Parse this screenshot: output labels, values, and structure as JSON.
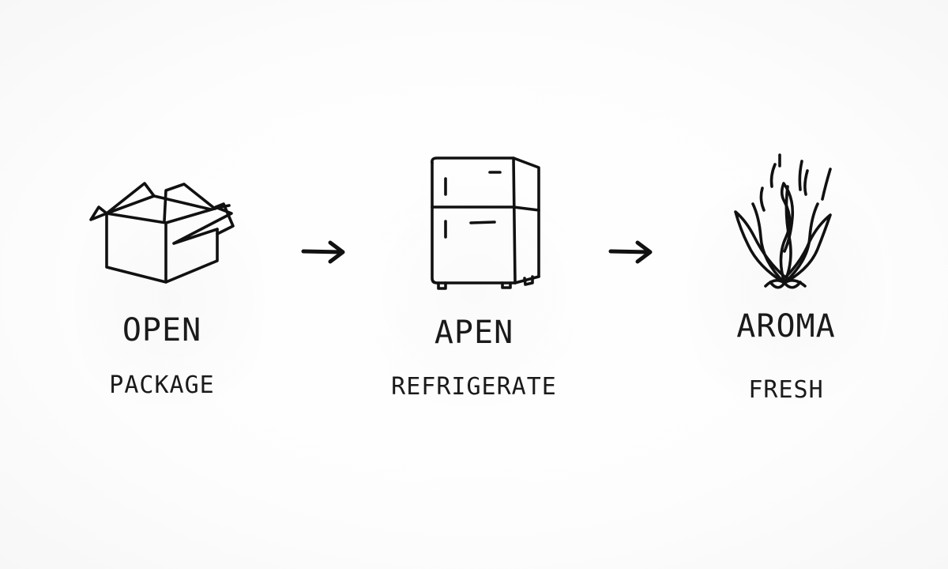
{
  "steps": [
    {
      "icon": "open-box-icon",
      "line1": "OPEN",
      "line2": "PACKAGE"
    },
    {
      "icon": "refrigerator-icon",
      "line1": "APEN",
      "line2": "REFRIGERATE"
    },
    {
      "icon": "aroma-herb-icon",
      "line1": "AROMA",
      "line2": "FRESH"
    }
  ],
  "arrows": [
    {
      "icon": "arrow-right-icon"
    },
    {
      "icon": "arrow-right-icon"
    }
  ],
  "colors": {
    "ink": "#111111",
    "background": "#ffffff"
  }
}
